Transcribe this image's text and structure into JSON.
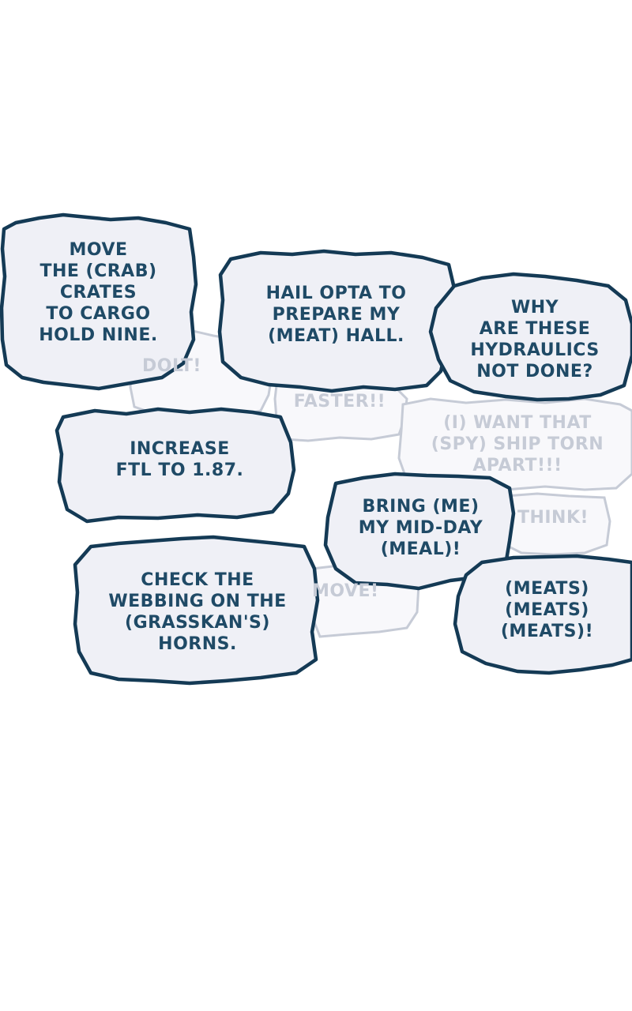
{
  "colors": {
    "bubble_fill": "#eff0f6",
    "bubble_stroke": "#143a55",
    "text_dark": "#1f4a66",
    "faded_fill": "#f8f8fb",
    "faded_stroke": "#c6cbd6",
    "faded_text": "#c6cbd6",
    "background": "#ffffff"
  },
  "background_bubbles": [
    {
      "text": "DOLT!"
    },
    {
      "text": "FASTER!!"
    },
    {
      "text": "(I) WANT THAT\n(SPY) SHIP TORN\nAPART!!!"
    },
    {
      "text": "THINK!"
    },
    {
      "text": "MOVE!"
    }
  ],
  "foreground_bubbles": [
    {
      "text": "MOVE\nTHE (CRAB)\nCRATES\nTO CARGO\nHOLD NINE."
    },
    {
      "text": "HAIL OPTA TO\nPREPARE MY\n(MEAT) HALL."
    },
    {
      "text": "WHY\nARE THESE\nHYDRAULICS\nNOT DONE?"
    },
    {
      "text": "INCREASE\nFTL TO 1.87."
    },
    {
      "text": "BRING (ME)\nMY MID-DAY\n(MEAL)!"
    },
    {
      "text": "CHECK THE\nWEBBING ON THE\n(GRASSKAN'S)\nHORNS."
    },
    {
      "text": "(MEATS)\n(MEATS)\n(MEATS)!"
    }
  ]
}
